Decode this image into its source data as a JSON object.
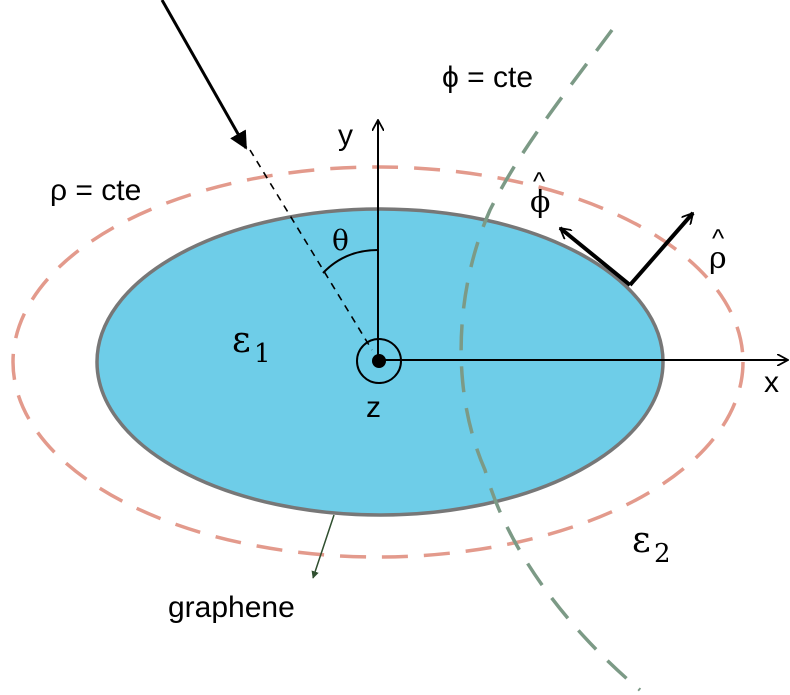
{
  "labels": {
    "phi_curve": "ϕ = cte",
    "rho_curve": "ρ = cte",
    "y_axis": "y",
    "x_axis": "x",
    "z_axis": "z",
    "theta": "θ",
    "epsilon1_symbol": "ε",
    "epsilon1_sub": "1",
    "epsilon2_symbol": "ε",
    "epsilon2_sub": "2",
    "phi_hat": "ϕ",
    "rho_hat": "ρ",
    "hat_mark": "^",
    "graphene": "graphene"
  },
  "colors": {
    "ellipse_fill": "#6ecde8",
    "ellipse_stroke": "#777777",
    "rho_curve": "#e39a8c",
    "phi_curve": "#7c9a86",
    "ink": "#000000",
    "graphene_pointer": "#2f4f2f"
  }
}
